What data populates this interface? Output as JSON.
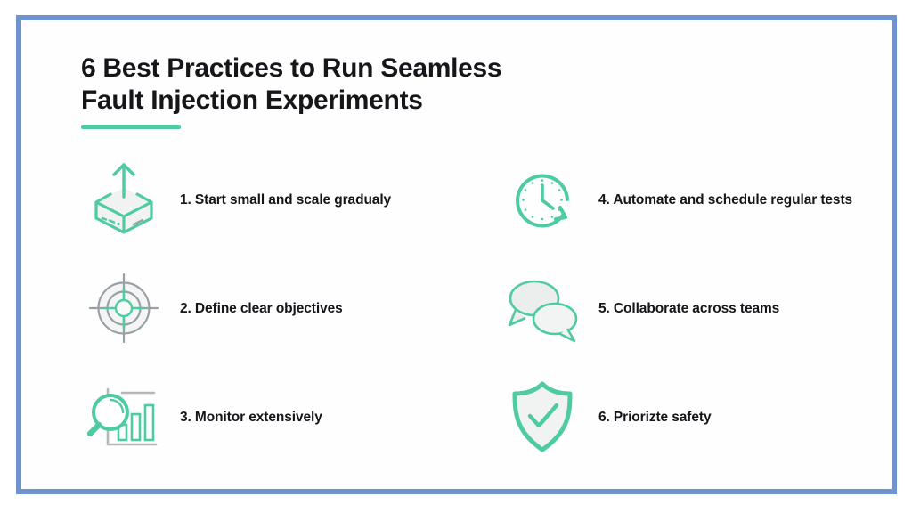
{
  "slide": {
    "title": "6 Best Practices to Run Seamless\nFault Injection Experiments",
    "accent_color": "#4ecba1",
    "frame_color": "#6f93cd",
    "text_color": "#15161a",
    "background_color": "#ffffff"
  },
  "practices": [
    {
      "number": "1.",
      "label": "1. Start small and scale gradualy",
      "icon": "box-arrow-up-icon",
      "column": "left",
      "hanging_indent": false
    },
    {
      "number": "2.",
      "label": "2. Define clear objectives",
      "icon": "target-crosshair-icon",
      "column": "left",
      "hanging_indent": false
    },
    {
      "number": "3.",
      "label": "3. Monitor extensively",
      "icon": "magnifier-bar-chart-icon",
      "column": "left",
      "hanging_indent": false
    },
    {
      "number": "4.",
      "label": "4. Automate and schedule regular tests",
      "icon": "clock-refresh-icon",
      "column": "right",
      "hanging_indent": true
    },
    {
      "number": "5.",
      "label": "5. Collaborate across teams",
      "icon": "speech-bubbles-icon",
      "column": "right",
      "hanging_indent": true
    },
    {
      "number": "6.",
      "label": "6. Priorizte safety",
      "icon": "shield-check-icon",
      "column": "right",
      "hanging_indent": false
    }
  ]
}
